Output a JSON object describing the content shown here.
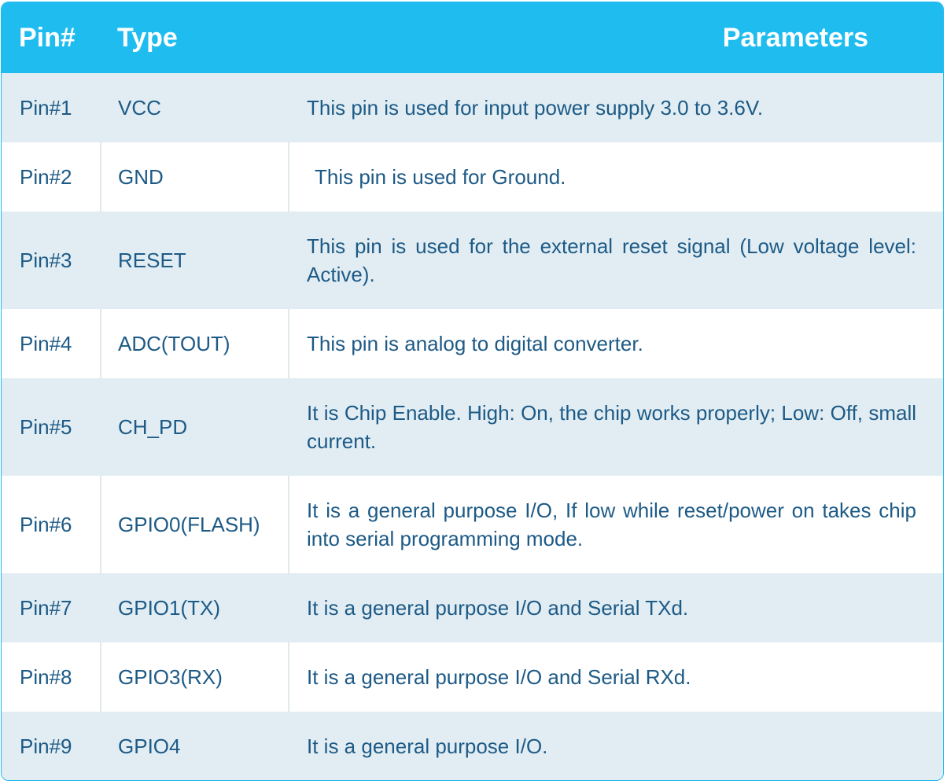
{
  "table": {
    "headers": {
      "pin": "Pin#",
      "type": "Type",
      "parameters": "Parameters"
    },
    "rows": [
      {
        "pin": "Pin#1",
        "type": "VCC",
        "parameters": "This pin is used for input power supply 3.0 to 3.6V."
      },
      {
        "pin": "Pin#2",
        "type": "GND",
        "parameters": "This pin is used for Ground."
      },
      {
        "pin": "Pin#3",
        "type": "RESET",
        "parameters": "This pin is used for the external reset signal (Low voltage level: Active)."
      },
      {
        "pin": "Pin#4",
        "type": "ADC(TOUT)",
        "parameters": "This pin is analog to digital converter."
      },
      {
        "pin": "Pin#5",
        "type": "CH_PD",
        "parameters": "It is Chip Enable. High: On, the chip works properly; Low: Off, small current."
      },
      {
        "pin": "Pin#6",
        "type": "GPIO0(FLASH)",
        "parameters": "It is a general purpose I/O, If low while reset/power on takes chip into serial programming mode."
      },
      {
        "pin": "Pin#7",
        "type": "GPIO1(TX)",
        "parameters": "It is a general purpose I/O and Serial TXd."
      },
      {
        "pin": "Pin#8",
        "type": "GPIO3(RX)",
        "parameters": "It is a general purpose I/O and Serial RXd."
      },
      {
        "pin": "Pin#9",
        "type": "GPIO4",
        "parameters": "It is a general purpose I/O."
      }
    ]
  },
  "colors": {
    "header_bg": "#1fbcef",
    "header_text": "#ffffff",
    "row_alt_bg": "#e1edf3",
    "body_text": "#1d5a86"
  }
}
